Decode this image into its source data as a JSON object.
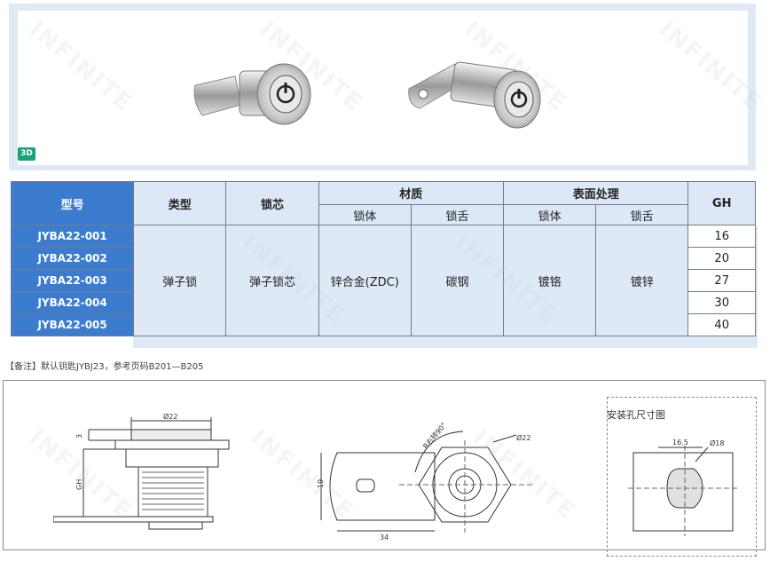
{
  "badge_3d": "3D",
  "table": {
    "headers": {
      "model": "型号",
      "type": "类型",
      "core": "锁芯",
      "material": "材质",
      "surface": "表面处理",
      "gh": "GH",
      "lock_body": "锁体",
      "lock_tongue": "锁舌"
    },
    "rows": [
      {
        "model": "JYBA22-001",
        "gh": "16"
      },
      {
        "model": "JYBA22-002",
        "gh": "20"
      },
      {
        "model": "JYBA22-003",
        "gh": "27"
      },
      {
        "model": "JYBA22-004",
        "gh": "30"
      },
      {
        "model": "JYBA22-005",
        "gh": "40"
      }
    ],
    "shared": {
      "type": "弹子锁",
      "core": "弹子锁芯",
      "material_body": "锌合金(ZDC)",
      "material_tongue": "碳钢",
      "surface_body": "镀铬",
      "surface_tongue": "镀锌"
    }
  },
  "note": "【备注】默认钥匙JYBJ23，参考页码B201—B205",
  "drawing": {
    "side_view": {
      "dia": "Ø22",
      "dim_3": "3",
      "dim_gh": "GH"
    },
    "front_view": {
      "rotation": "R右转90°",
      "dia": "Ø22",
      "dim_19": "19",
      "dim_34": "34"
    },
    "hole": {
      "title": "安装孔尺寸图",
      "dim_16_5": "16.5",
      "dia": "Ø18"
    }
  },
  "watermark": "INFINITE"
}
